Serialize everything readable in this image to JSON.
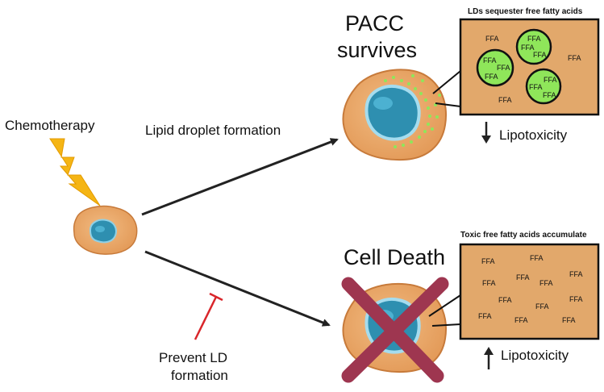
{
  "labels": {
    "chemotherapy": "Chemotherapy",
    "lipid_droplet_formation": "Lipid droplet formation",
    "pacc_line1": "PACC",
    "pacc_line2": "survives",
    "cell_death": "Cell Death",
    "prevent_line1": "Prevent LD",
    "prevent_line2": "formation",
    "lipotoxicity_down": "Lipotoxicity",
    "lipotoxicity_up": "Lipotoxicity"
  },
  "top_box": {
    "title": "LDs sequester free fatty acids",
    "free_label": "FFA",
    "droplet_label": "FFA"
  },
  "bottom_box": {
    "title": "Toxic free fatty acids accumulate",
    "free_label": "FFA"
  },
  "colors": {
    "cell_fill": "#e8a668",
    "cell_outline": "#c77a3a",
    "nucleus": "#2e8fb0",
    "box_fill": "#e2a86b",
    "droplet": "#8fe65a",
    "lightning": "#f5b514",
    "inhibit": "#d9262b",
    "cross": "#9e3650",
    "arrow": "#222222"
  }
}
